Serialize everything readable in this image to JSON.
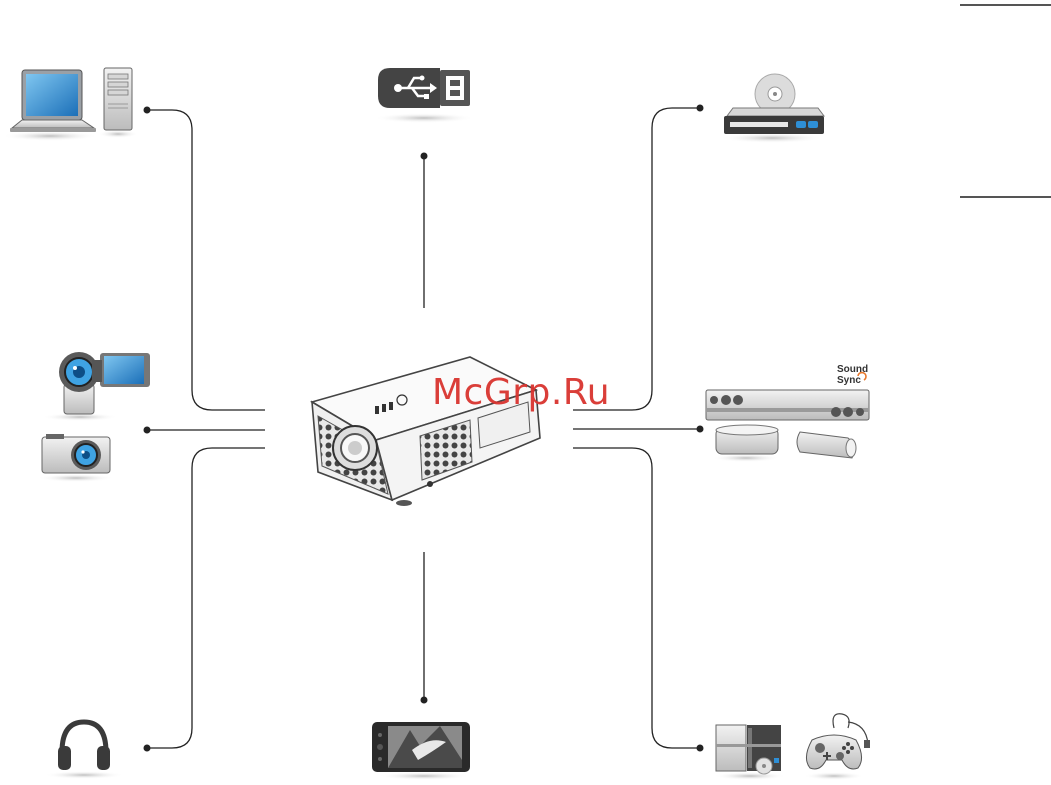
{
  "watermark": {
    "text": "McGrp.Ru",
    "color": "#d9342f"
  },
  "badge": {
    "line1": "Sound",
    "line2": "Sync",
    "accent": "#e8782c"
  },
  "devices": [
    {
      "name": "laptop-icon"
    },
    {
      "name": "desktop-tower-icon"
    },
    {
      "name": "usb-drive-icon"
    },
    {
      "name": "dvd-player-icon"
    },
    {
      "name": "camcorder-icon"
    },
    {
      "name": "digital-camera-icon"
    },
    {
      "name": "soundbar-icon"
    },
    {
      "name": "speaker-icon"
    },
    {
      "name": "headphones-icon"
    },
    {
      "name": "smartphone-icon"
    },
    {
      "name": "game-console-icon"
    },
    {
      "name": "gamepad-icon"
    },
    {
      "name": "projector-icon"
    }
  ],
  "colors": {
    "line": "#222222",
    "device_body": "#e6e6e6",
    "dark": "#3a3a3a",
    "screen_blue": "#2e8fd6"
  }
}
